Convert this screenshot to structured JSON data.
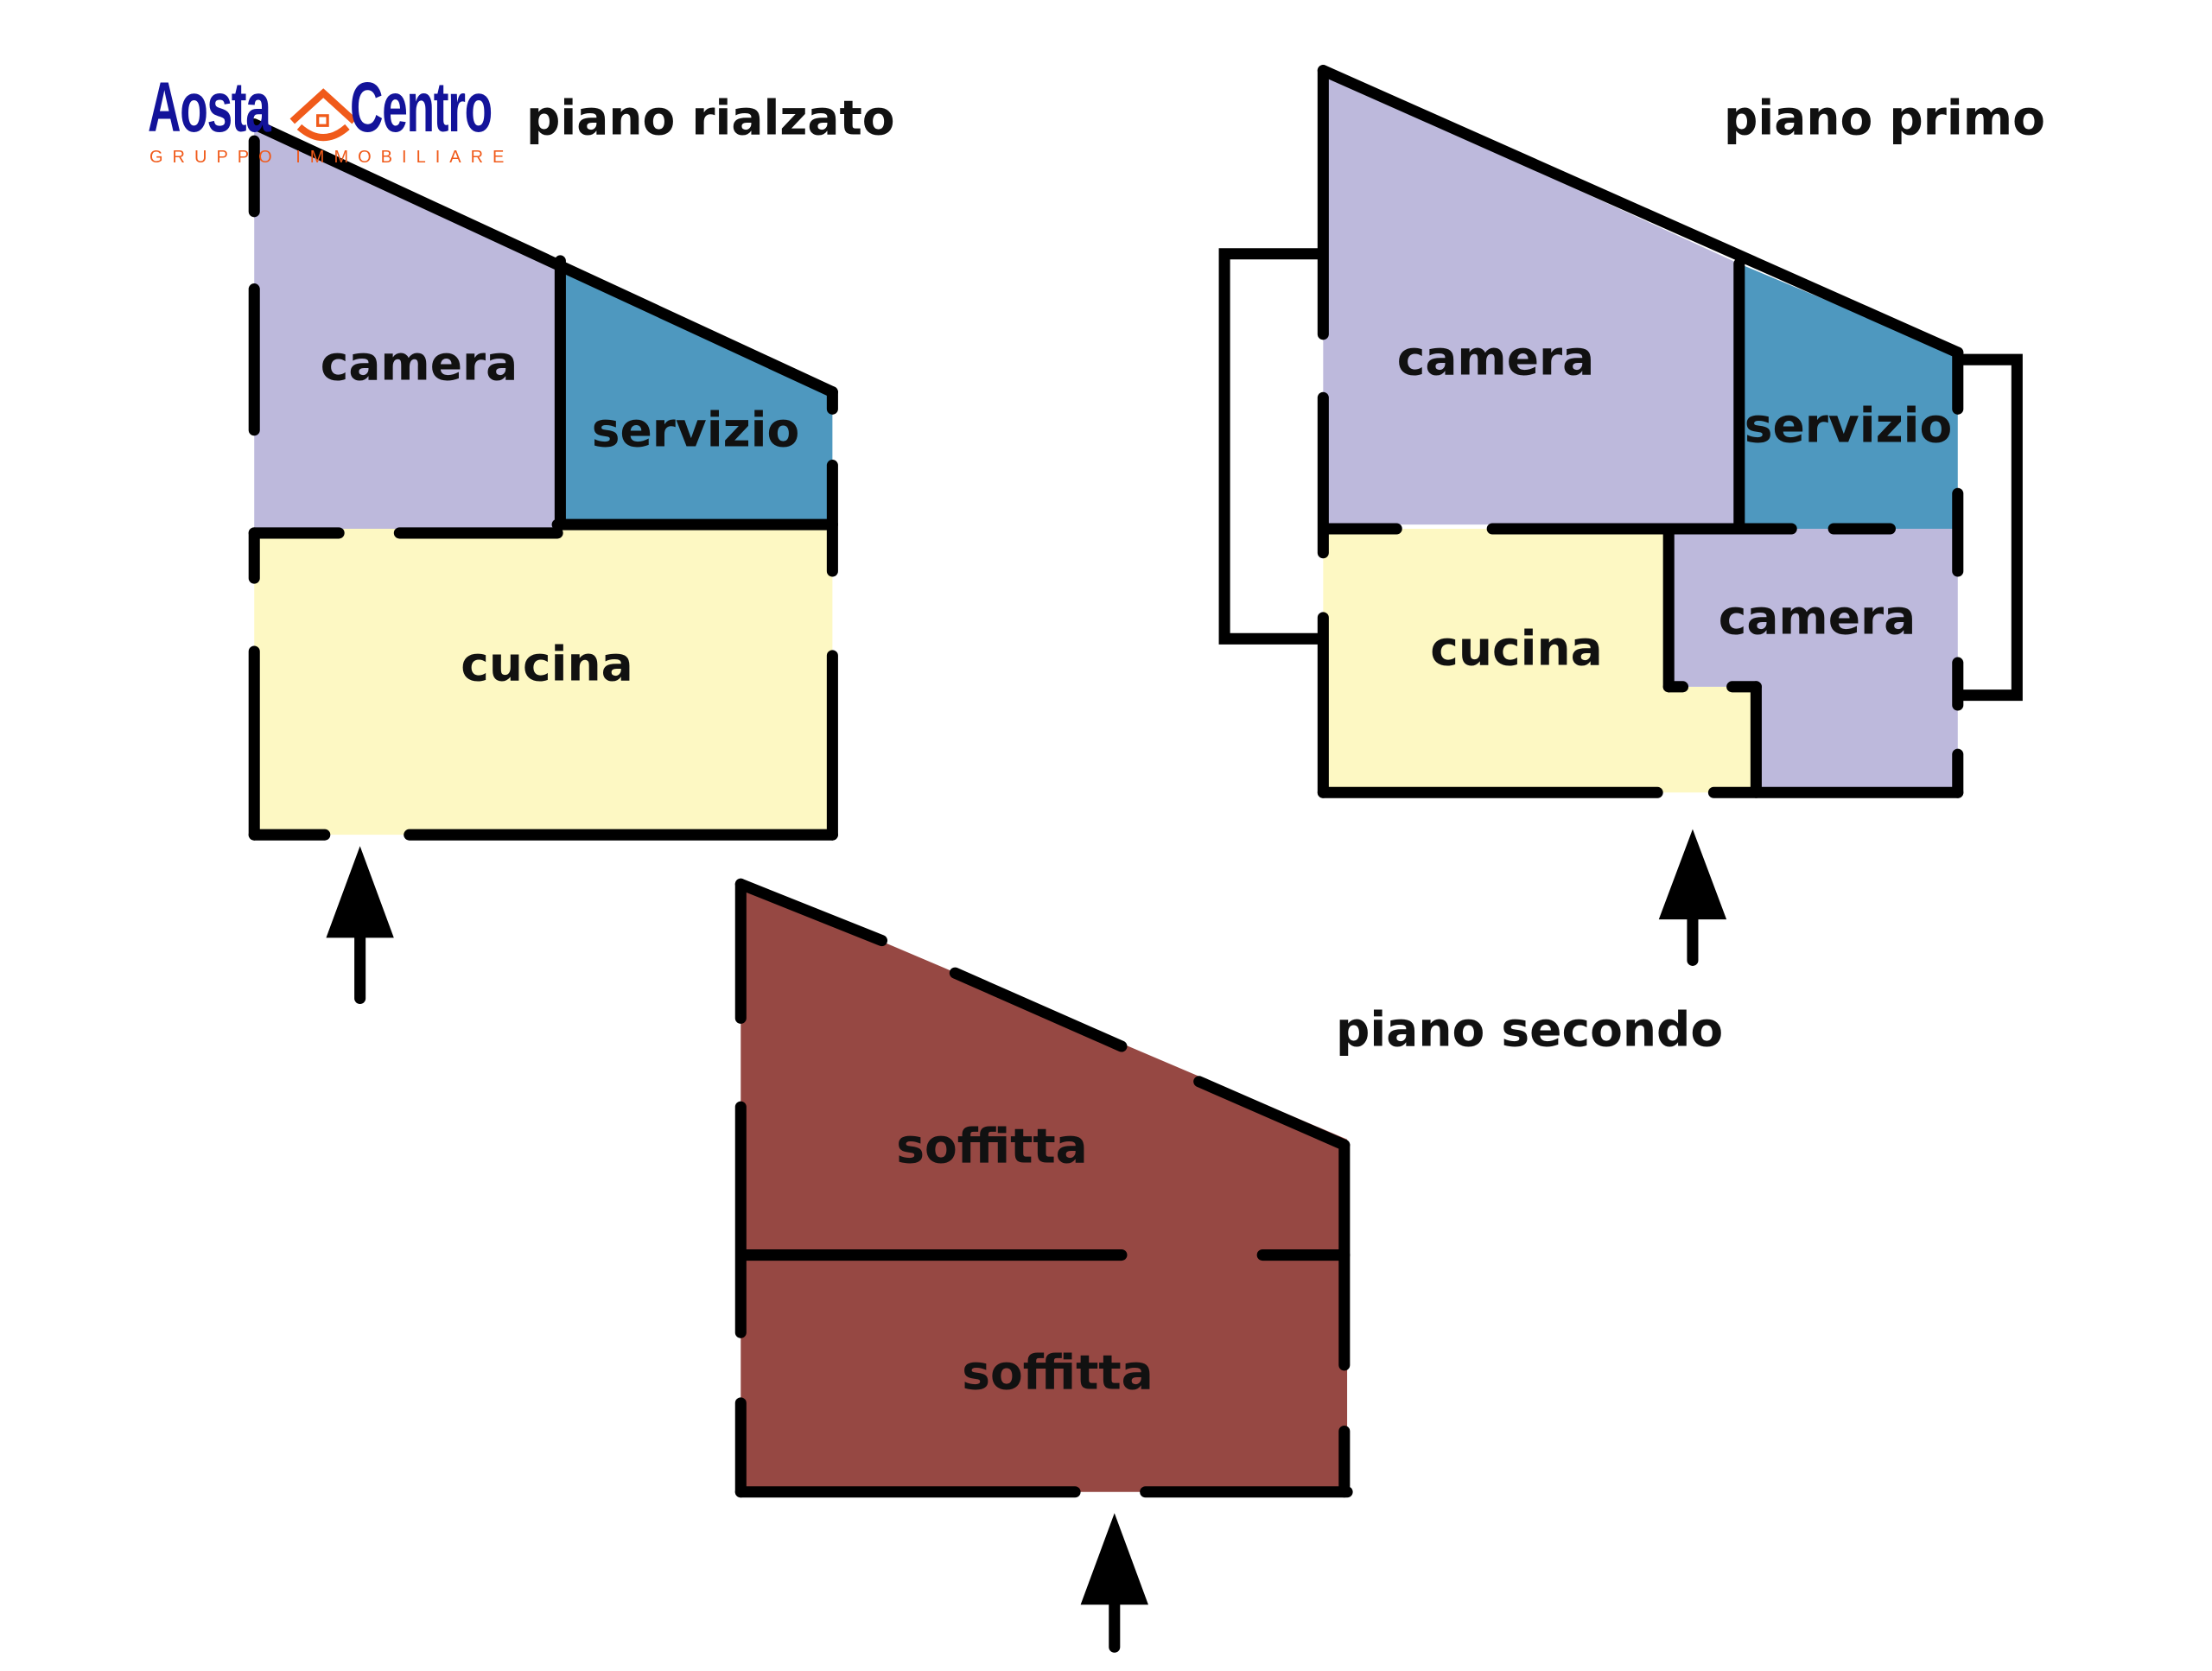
{
  "logo": {
    "name_left": "Aosta",
    "name_right": "Centro",
    "tagline": "GRUPPO IMMOBILIARE"
  },
  "colors": {
    "camera": "#bdb9dc",
    "servizio": "#4e98bf",
    "cucina": "#fdf8c3",
    "soffitta": "#964843",
    "wall": "#000000"
  },
  "plans": {
    "rialzato": {
      "title": "piano rialzato",
      "rooms": {
        "camera": "camera",
        "servizio": "servizio",
        "cucina": "cucina"
      }
    },
    "primo": {
      "title": "piano primo",
      "rooms": {
        "camera": "camera",
        "servizio": "servizio",
        "cucina": "cucina",
        "camera2": "camera"
      }
    },
    "secondo": {
      "title": "piano secondo",
      "rooms": {
        "soffitta1": "soffitta",
        "soffitta2": "soffitta"
      }
    }
  }
}
